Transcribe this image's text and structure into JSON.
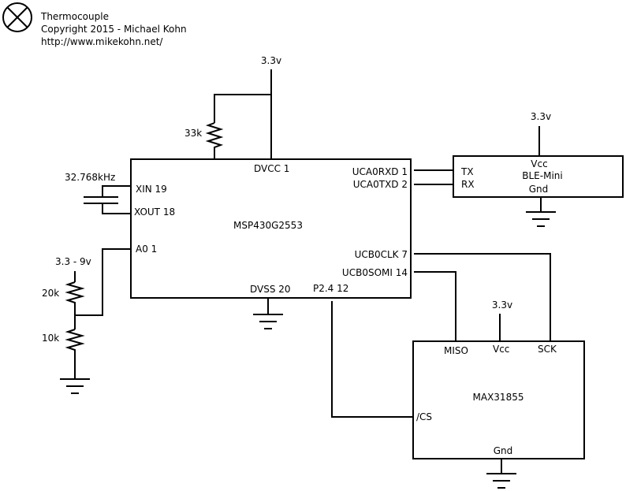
{
  "header": {
    "title": "Thermocouple",
    "copyright": "Copyright 2015 - Michael Kohn",
    "url": "http://www.mikekohn.net/"
  },
  "logo": {
    "icon": "lamp-cross-icon"
  },
  "mcu": {
    "name": "MSP430G2553",
    "pins": {
      "dvcc": "DVCC 1",
      "xin": "XIN 19",
      "xout": "XOUT 18",
      "a0": "A0 1",
      "dvss": "DVSS 20",
      "p24": "P2.4 12",
      "rxd": "UCA0RXD 1",
      "txd": "UCA0TXD 2",
      "clk": "UCB0CLK 7",
      "somi": "UCB0SOMI 14"
    }
  },
  "ble": {
    "name": "BLE-Mini",
    "vcc": "Vcc",
    "gnd": "Gnd",
    "tx": "TX",
    "rx": "RX"
  },
  "max": {
    "name": "MAX31855",
    "miso": "MISO",
    "vcc": "Vcc",
    "sck": "SCK",
    "cs": "/CS",
    "gnd": "Gnd"
  },
  "labels": {
    "v33_top": "3.3v",
    "v33_ble": "3.3v",
    "v33_max": "3.3v",
    "r33k": "33k",
    "crystal": "32.768kHz",
    "vin": "3.3 - 9v",
    "r20k": "20k",
    "r10k": "10k"
  }
}
